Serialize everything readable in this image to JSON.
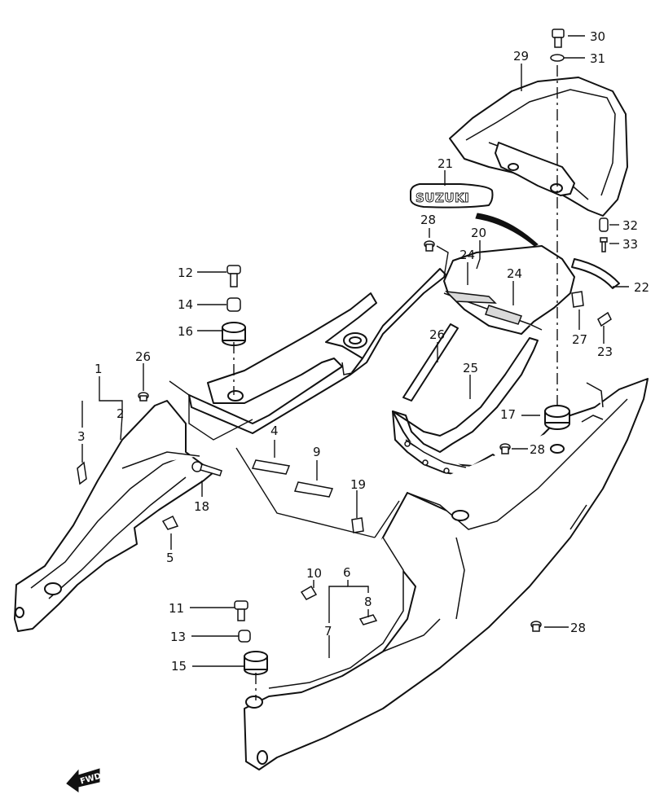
{
  "diagram": {
    "callouts": [
      "1",
      "2",
      "3",
      "4",
      "5",
      "6",
      "7",
      "8",
      "9",
      "10",
      "11",
      "12",
      "13",
      "14",
      "15",
      "16",
      "17",
      "18",
      "19",
      "20",
      "21",
      "22",
      "23",
      "24",
      "24",
      "25",
      "26",
      "26",
      "27",
      "28",
      "28",
      "28",
      "28",
      "29",
      "30",
      "31",
      "32",
      "33"
    ],
    "emblem_text": "SUZUKI",
    "fwd_label": "FWD"
  }
}
